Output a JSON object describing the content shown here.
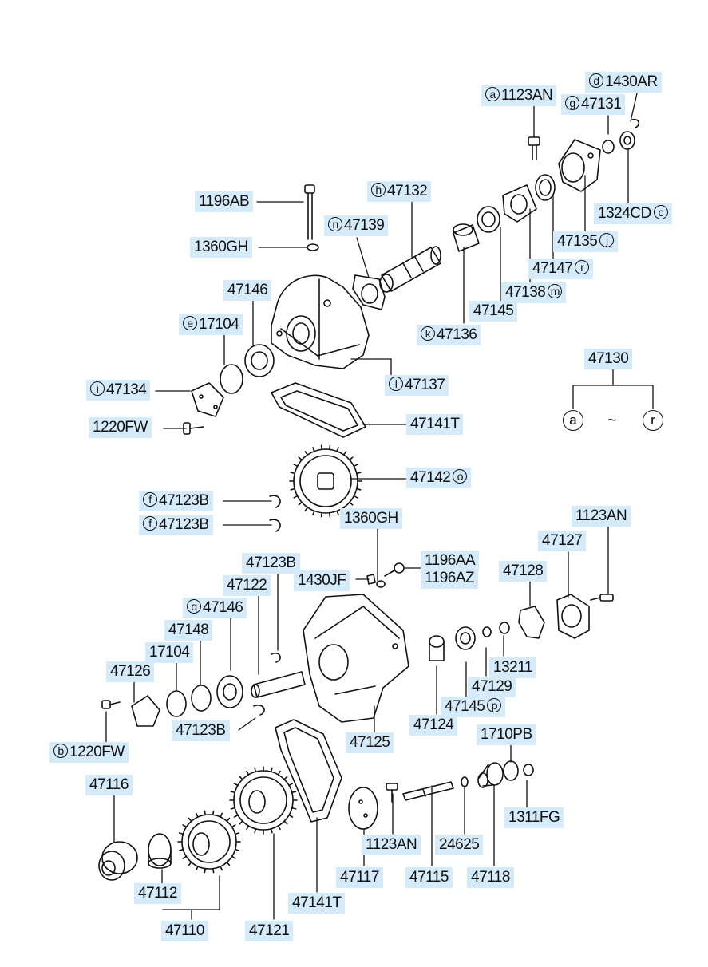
{
  "labels": [
    {
      "id": "l1123an-top",
      "circle": "a",
      "text": "1123AN"
    },
    {
      "id": "l1430ar",
      "circle": "d",
      "text": "1430AR"
    },
    {
      "id": "l47131",
      "circle": "g",
      "text": "47131"
    },
    {
      "id": "l1196ab",
      "circle": "",
      "text": "1196AB"
    },
    {
      "id": "l47132",
      "circle": "h",
      "text": "47132"
    },
    {
      "id": "l47139",
      "circle": "n",
      "text": "47139"
    },
    {
      "id": "l1324cd",
      "circle": "",
      "text": "1324CD",
      "circle_after": "c"
    },
    {
      "id": "l1360gh-top",
      "circle": "",
      "text": "1360GH"
    },
    {
      "id": "l47135",
      "circle": "",
      "text": "47135",
      "circle_after": "j"
    },
    {
      "id": "l47147",
      "circle": "",
      "text": "47147",
      "circle_after": "r"
    },
    {
      "id": "l47146-top",
      "circle": "",
      "text": "47146"
    },
    {
      "id": "l47138",
      "circle": "",
      "text": "47138",
      "circle_after": "m"
    },
    {
      "id": "l47145-top",
      "circle": "",
      "text": "47145"
    },
    {
      "id": "l17104-top",
      "circle": "e",
      "text": "17104"
    },
    {
      "id": "l47136",
      "circle": "k",
      "text": "47136"
    },
    {
      "id": "l47130",
      "circle": "",
      "text": "47130"
    },
    {
      "id": "l47134",
      "circle": "i",
      "text": "47134"
    },
    {
      "id": "l47137",
      "circle": "l",
      "text": "47137"
    },
    {
      "id": "l1220fw-top",
      "circle": "",
      "text": "1220FW"
    },
    {
      "id": "l47141t-top",
      "circle": "",
      "text": "47141T"
    },
    {
      "id": "l47142",
      "circle": "",
      "text": "47142",
      "circle_after": "o"
    },
    {
      "id": "l47123b-f1",
      "circle": "f",
      "text": "47123B"
    },
    {
      "id": "l47123b-f2",
      "circle": "f",
      "text": "47123B"
    },
    {
      "id": "l1360gh-mid",
      "circle": "",
      "text": "1360GH"
    },
    {
      "id": "l1123an-right",
      "circle": "",
      "text": "1123AN"
    },
    {
      "id": "l47127",
      "circle": "",
      "text": "47127"
    },
    {
      "id": "l47123b-mid",
      "circle": "",
      "text": "47123B"
    },
    {
      "id": "l1196aa",
      "circle": "",
      "text": "1196AA"
    },
    {
      "id": "l1196az",
      "circle": "",
      "text": "1196AZ"
    },
    {
      "id": "l1430jf",
      "circle": "",
      "text": "1430JF"
    },
    {
      "id": "l47128",
      "circle": "",
      "text": "47128"
    },
    {
      "id": "l47122",
      "circle": "",
      "text": "47122"
    },
    {
      "id": "l47146-q",
      "circle": "q",
      "text": "47146"
    },
    {
      "id": "l47148",
      "circle": "",
      "text": "47148"
    },
    {
      "id": "l17104-mid",
      "circle": "",
      "text": "17104"
    },
    {
      "id": "l13211",
      "circle": "",
      "text": "13211"
    },
    {
      "id": "l47126",
      "circle": "",
      "text": "47126"
    },
    {
      "id": "l47129",
      "circle": "",
      "text": "47129"
    },
    {
      "id": "l47145-p",
      "circle": "",
      "text": "47145",
      "circle_after": "p"
    },
    {
      "id": "l47124",
      "circle": "",
      "text": "47124"
    },
    {
      "id": "l47123b-low",
      "circle": "",
      "text": "47123B"
    },
    {
      "id": "l47125",
      "circle": "",
      "text": "47125"
    },
    {
      "id": "l1710pb",
      "circle": "",
      "text": "1710PB"
    },
    {
      "id": "l1220fw-b",
      "circle": "b",
      "text": "1220FW"
    },
    {
      "id": "l47116",
      "circle": "",
      "text": "47116"
    },
    {
      "id": "l1311fg",
      "circle": "",
      "text": "1311FG"
    },
    {
      "id": "l1123an-low",
      "circle": "",
      "text": "1123AN"
    },
    {
      "id": "l24625",
      "circle": "",
      "text": "24625"
    },
    {
      "id": "l47117",
      "circle": "",
      "text": "47117"
    },
    {
      "id": "l47115",
      "circle": "",
      "text": "47115"
    },
    {
      "id": "l47118",
      "circle": "",
      "text": "47118"
    },
    {
      "id": "l47112",
      "circle": "",
      "text": "47112"
    },
    {
      "id": "l47141t-low",
      "circle": "",
      "text": "47141T"
    },
    {
      "id": "l47110",
      "circle": "",
      "text": "47110"
    },
    {
      "id": "l47121",
      "circle": "",
      "text": "47121"
    }
  ],
  "legend": {
    "start": "a",
    "separator": "~",
    "end": "r"
  }
}
